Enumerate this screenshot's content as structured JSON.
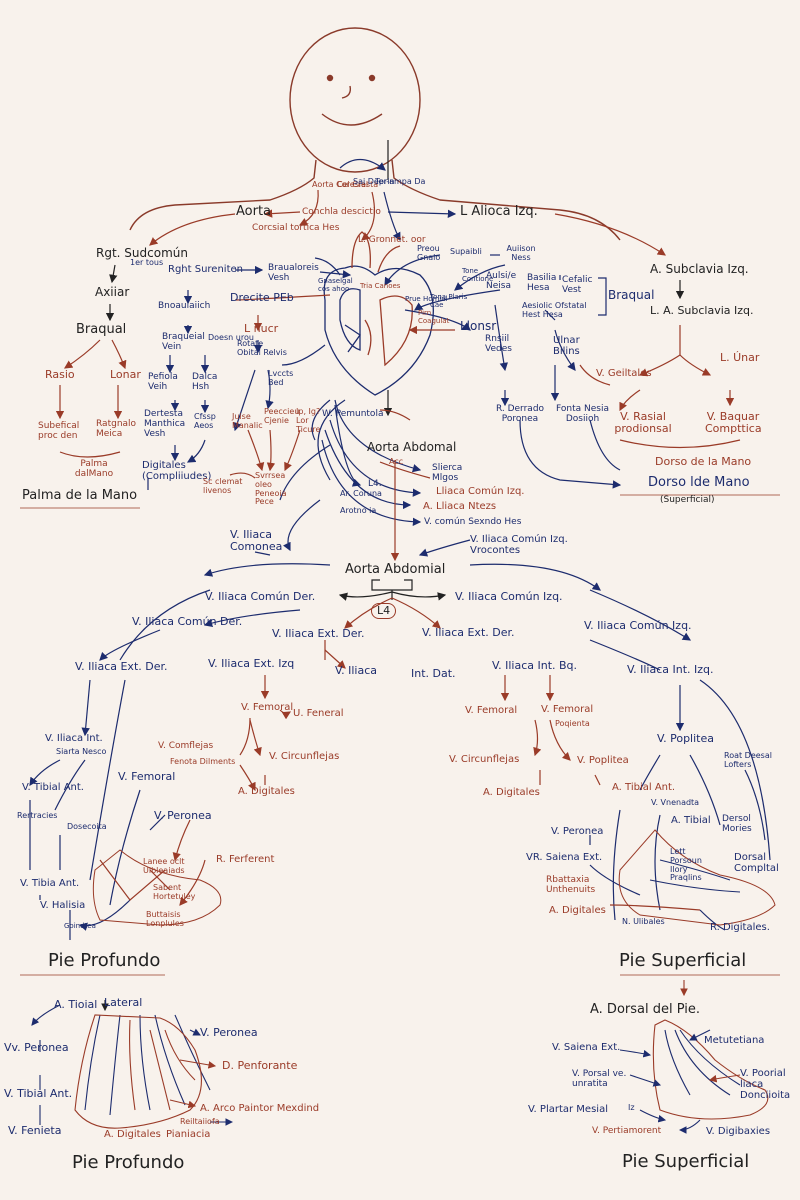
{
  "colors": {
    "artery": "#9a3b28",
    "vein": "#1d2c6e",
    "ink": "#222222",
    "paper": "#f8f2ec"
  },
  "head": {
    "labels": [
      "Aorta Coresial",
      "Cel Cresta",
      "Sai Deprin",
      "Ter-ampa Da",
      "Aorta",
      "Conchla descictio",
      "Corcsial tortica Hes",
      "L. Gronnet. oor",
      "L Alioca Izq."
    ]
  },
  "right_arm": {
    "labels": [
      "Rgt. Sudcomún",
      "1er tous",
      "Axiiar",
      "Braqual",
      "Rasio",
      "Lonar",
      "Subefical proc den",
      "Ratgnalo Meica",
      "Palma dalMano",
      "Palma de la Mano",
      "Rght Sureniten",
      "Braualoreis Vesh",
      "Bnoauiaiich",
      "Braqueial Vein",
      "Doesn urou",
      "Drecite PEb",
      "L nucr",
      "Pefiola Veih",
      "Dalca Hsh",
      "Dertesta Manthica Vesh",
      "Cfssp Aeos",
      "Digitales (Compliiudes)",
      "Rotate Obital Relvis",
      "Lvccts Bed",
      "Juise Manalic",
      "Peeccieu Cjenie",
      "Ip, Ig? Lor Ticure",
      "Sc clemat livenos",
      "Svrrsea oleo Peneoia Pece",
      "W. Pemuntola"
    ]
  },
  "heart": {
    "labels": [
      "Gnaselgal cos ahoo",
      "Preou Gnalo",
      "Supaibli",
      "Tone Contione",
      "Pirn Coagulat",
      "Prue Homial",
      "Llonsr",
      "Tona Plaris Cae",
      "Tria Canoes"
    ]
  },
  "left_arm": {
    "labels": [
      "Auiison Ness",
      "Aulsi/e Neisa",
      "Basilia Hesa",
      "Cefalic Vest",
      "Aesiolic Ofstatal Hest Hesa",
      "Braqual",
      "A. Subclavia Izq.",
      "L. A. Subclavia Izq.",
      "L. Únar",
      "V. Geiltales",
      "Rnsiil Vedes",
      "Ulnar Bilins",
      "R. Derrado Poronea",
      "Fonta Nesia Dosiioh",
      "V. Rasial prodionsal",
      "V. Baquar Compttica",
      "Dorso de la Mano",
      "Dorso lde Mano",
      "(Superficial)"
    ]
  },
  "abdomen": {
    "labels": [
      "Aorta Abdomal",
      "Acc",
      "Slierca Mlgos",
      "L4.",
      "Ar. Coruna",
      "Arotno ia",
      "Lliaca Común Izq.",
      "A. Lliaca Ntezs",
      "V. común Sexndo Hes",
      "V. Iliaca Comonea",
      "V. Iliaca Común Izq. Vrocontes",
      "Aorta Abdomial",
      "L4"
    ]
  },
  "legs": {
    "labels": [
      "V. Iliaca Común Der.",
      "V. Iliaca Común Izq.",
      "V. Iliaca Común Der.",
      "V. Iliaca Ext. Der.",
      "V. Iliaca Ext. Der.",
      "V. Iliaca Común Izq.",
      "V. Iliaca Ext. Der.",
      "V. Iliaca Ext. Izq",
      "V. Iliaca",
      "Int. Dat.",
      "V. Iliaca Int. Bq.",
      "V. Iliaca Int. Izq.",
      "V. Femoral",
      "U. Feneral",
      "V. Femoral",
      "V. Femoral",
      "Poqienta",
      "V. Comflejas",
      "Fenota Dilments",
      "V. Circunflejas",
      "V. Circunflejas",
      "V. Poplitea",
      "V. Poplitea",
      "A. Digitales",
      "A. Digitales",
      "Roat Deesal Lofters",
      "V. Iliaca Int.",
      "Siarta Nesco",
      "V. Tibial Ant.",
      "Rertracies",
      "Dosecoita",
      "V. Femoral",
      "V. Peronea",
      "Lanee oclt Ulbleaiads",
      "R. Ferferent",
      "Sabent Hortetuley",
      "Buttaisis Lonplules",
      "V. Tibia Ant.",
      "V. Halisia",
      "Goindtea",
      "A. Tibial Ant.",
      "V. Vnenadta",
      "A. Tibial",
      "Dersol Mories",
      "V. Peronea",
      "VR. Saiena Ext.",
      "Rbattaxia Unthenuits",
      "A. Digitales",
      "N. Ulibales",
      "Lett Porsoun Ilory Praqlins",
      "Dorsal Compltal",
      "R. Digitales."
    ]
  },
  "titles": {
    "pie_profundo_1": "Pie Profundo",
    "pie_superficial_1": "Pie Superficial",
    "pie_profundo_2": "Pie Profundo",
    "pie_superficial_2": "Pie Superficial"
  },
  "foot_left": {
    "labels": [
      "A. Tioial",
      "Lateral",
      "Vv. Peronea",
      "V. Tibial Ant.",
      "V. Fenieta",
      "V. Peronea",
      "D. Penforante",
      "A. Arco Paintor Mexdind",
      "Reiltaiiofa",
      "A. Digitales",
      "Pianiacia"
    ]
  },
  "foot_right": {
    "labels": [
      "A. Dorsal del Pie.",
      "V. Saiena Ext.",
      "V. Porsal ve. unratita",
      "V. Plartar Mesial",
      "Iz",
      "V. Pertiamorent",
      "Metutetiana",
      "V. Poorial liaca Donciioita",
      "V. Digibaxies"
    ]
  }
}
